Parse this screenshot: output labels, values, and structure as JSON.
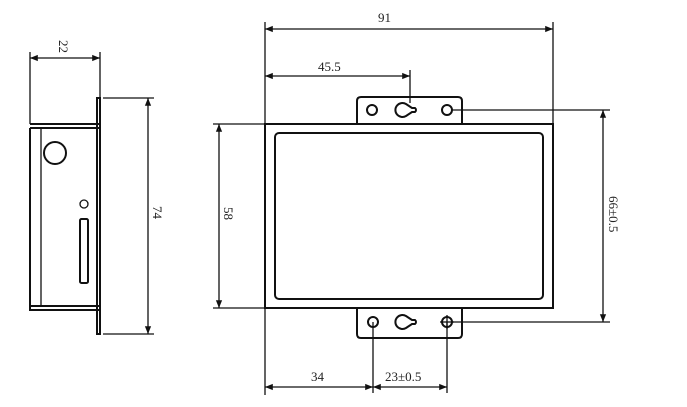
{
  "dimensions": {
    "side_width": "22",
    "side_height": "74",
    "body_height": "58",
    "total_width": "91",
    "hole_offset": "45.5",
    "hole_spacing_vertical": "66±0.5",
    "left_to_hole": "34",
    "hole_spacing_horizontal": "23±0.5"
  },
  "colors": {
    "line": "#111111",
    "background": "#ffffff"
  }
}
